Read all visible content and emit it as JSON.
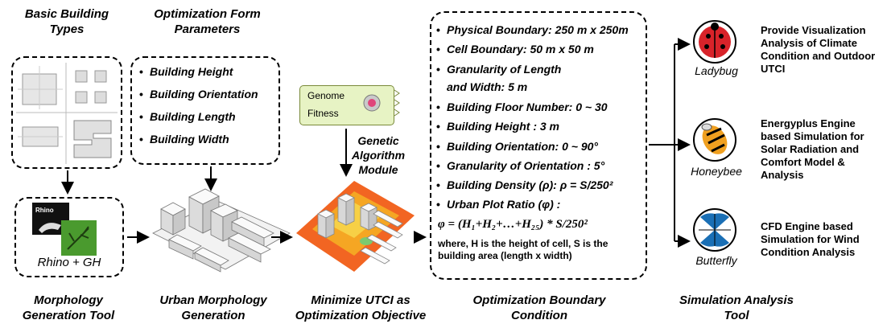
{
  "captions_top": {
    "basic_building_types": "Basic Building\nTypes",
    "optimization_form_parameters": "Optimization Form\nParameters"
  },
  "form_parameters": [
    "Building Height",
    "Building Orientation",
    "Building Length",
    "Building Width"
  ],
  "genome": {
    "label1": "Genome",
    "label2": "Fitness"
  },
  "ga_caption": "Genetic\nAlgorithm\nModule",
  "rhino_label": "Rhino + GH",
  "boundary": {
    "lines": [
      "Physical Boundary:  250 m x 250m",
      "Cell Boundary:  50 m x 50 m",
      "Granularity of Length",
      "and Width: 5 m",
      "Building Floor Number: 0 ~ 30",
      "Building Height : 3 m",
      "Building Orientation:  0  ~ 90°",
      "Granularity of Orientation :  5°",
      "Building Density (ρ):  ρ = S/250²",
      "Urban Plot Ratio (φ) :"
    ],
    "formula": "φ = (H₁+H₂+…+H₂₅) * S/250²",
    "note": "where, H is the height of cell, S is the building area (length x width)"
  },
  "tools": [
    {
      "name": "Ladybug",
      "desc": "Provide Visualization Analysis of Climate Condition and Outdoor UTCI"
    },
    {
      "name": "Honeybee",
      "desc": "Energyplus Engine based Simulation for Solar Radiation and Comfort Model & Analysis"
    },
    {
      "name": "Butterfly",
      "desc": "CFD Engine based Simulation for Wind Condition Analysis"
    }
  ],
  "captions_bottom": {
    "c1": "Morphology\nGeneration Tool",
    "c2": "Urban Morphology\nGeneration",
    "c3": "Minimize UTCI as\nOptimization Objective",
    "c4": "Optimization Boundary\nCondition",
    "c5": "Simulation Analysis\nTool"
  },
  "colors": {
    "ladybug_red": "#d8232a",
    "honeybee_orange": "#f0a020",
    "butterfly_blue": "#1a6fb5",
    "gh_green": "#e7f3c4"
  }
}
